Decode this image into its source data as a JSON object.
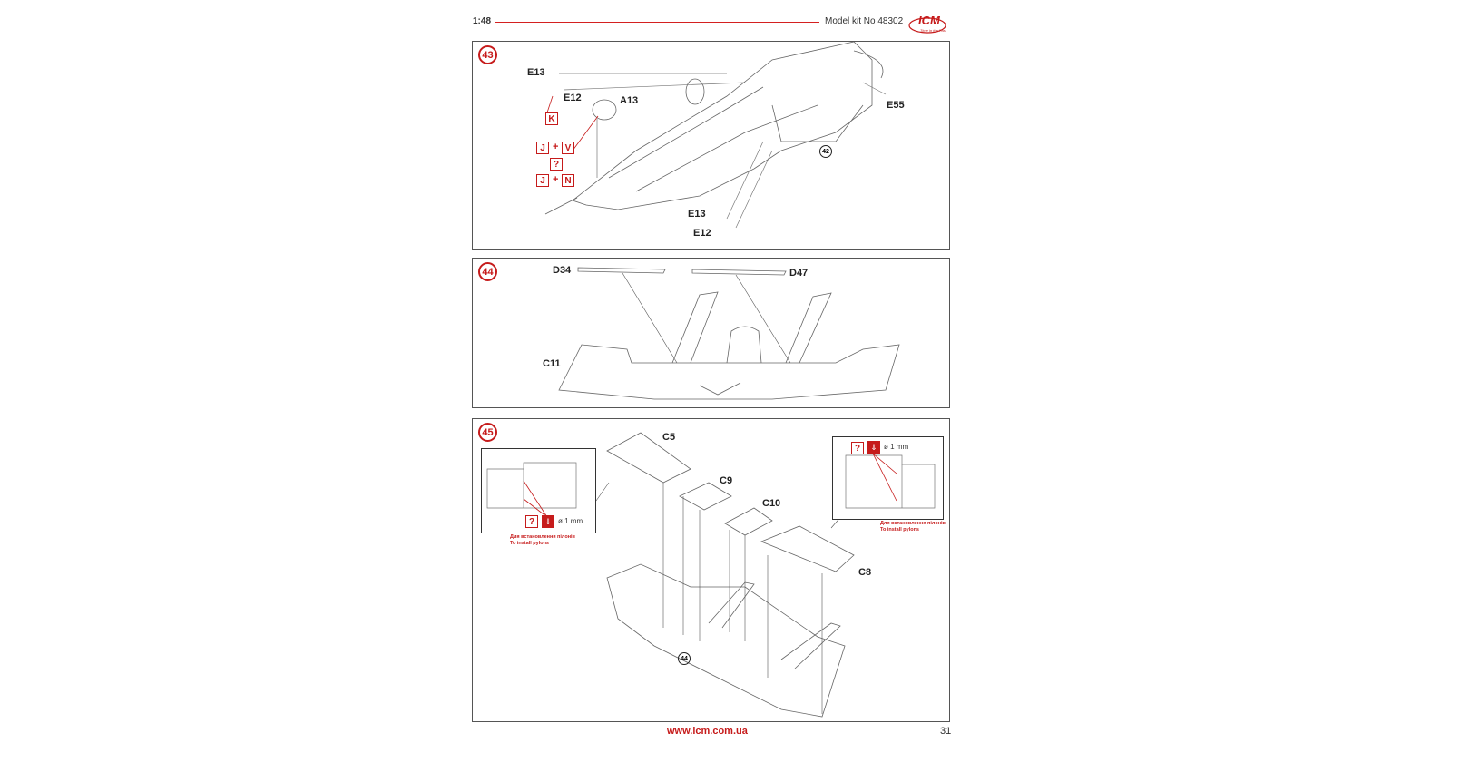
{
  "header": {
    "scale": "1:48",
    "model_kit": "Model kit No 48302",
    "brand": "ICM",
    "brand_tagline": "Time in the Past"
  },
  "steps": [
    {
      "number": "43",
      "parts": [
        "E13",
        "E12",
        "A13",
        "E55",
        "E13",
        "E12"
      ],
      "paint_codes": {
        "k": "K",
        "j1": "J",
        "plus1": "+",
        "v": "V",
        "q": "?",
        "j2": "J",
        "plus2": "+",
        "n": "N"
      },
      "ref_step": "42"
    },
    {
      "number": "44",
      "parts": [
        "D34",
        "D47",
        "C11"
      ]
    },
    {
      "number": "45",
      "parts": [
        "C5",
        "C9",
        "C10",
        "C8"
      ],
      "ref_step": "44",
      "inset_left": {
        "q": "?",
        "drill": "⇓",
        "drill_size": "ø 1 mm",
        "note_ua": "Для встановлення пілонів",
        "note_en": "To install pylons"
      },
      "inset_right": {
        "q": "?",
        "drill": "⇓",
        "drill_size": "ø 1 mm",
        "note_ua": "Для встановлення пілонів",
        "note_en": "To install pylons"
      }
    }
  ],
  "footer": {
    "url": "www.icm.com.ua",
    "page": "31"
  }
}
